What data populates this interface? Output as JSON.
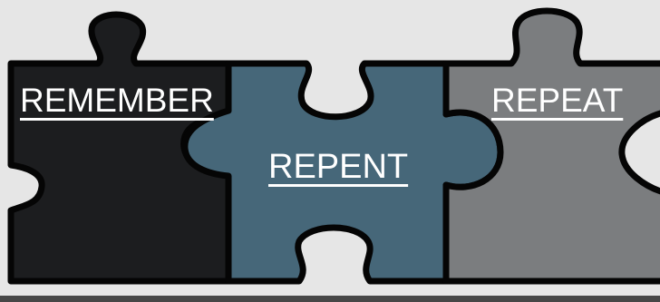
{
  "pieces": [
    {
      "label": "REMEMBER",
      "color": "#1c1d1f"
    },
    {
      "label": "REPENT",
      "color": "#466779"
    },
    {
      "label": "REPEAT",
      "color": "#7b7d7f"
    }
  ],
  "outline_color": "#050505",
  "background_color": "#e6e6e6"
}
